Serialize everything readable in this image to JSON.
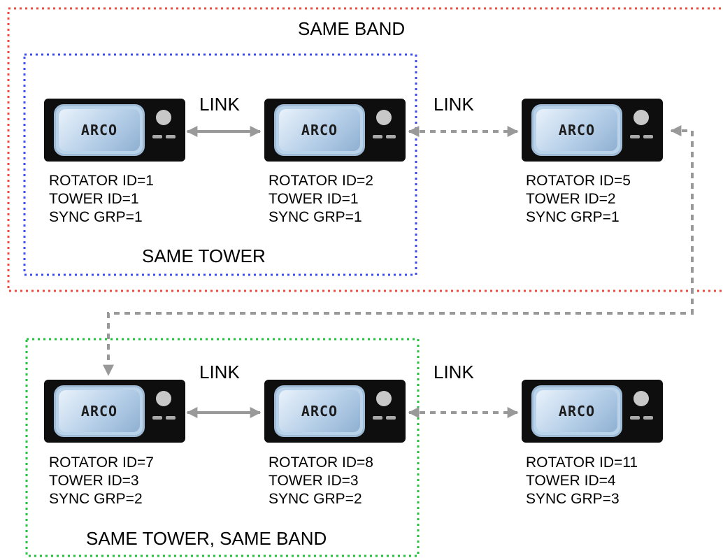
{
  "groups": {
    "same_band": "SAME BAND",
    "same_tower": "SAME TOWER",
    "same_tower_same_band": "SAME TOWER, SAME BAND"
  },
  "link_label": "LINK",
  "device_brand": "ARCO",
  "devices": [
    {
      "rotator": "ROTATOR ID=1",
      "tower": "TOWER ID=1",
      "sync": "SYNC GRP=1"
    },
    {
      "rotator": "ROTATOR ID=2",
      "tower": "TOWER ID=1",
      "sync": "SYNC GRP=1"
    },
    {
      "rotator": "ROTATOR ID=5",
      "tower": "TOWER ID=2",
      "sync": "SYNC GRP=1"
    },
    {
      "rotator": "ROTATOR ID=7",
      "tower": "TOWER ID=3",
      "sync": "SYNC GRP=2"
    },
    {
      "rotator": "ROTATOR ID=8",
      "tower": "TOWER ID=3",
      "sync": "SYNC GRP=2"
    },
    {
      "rotator": "ROTATOR ID=11",
      "tower": "TOWER ID=4",
      "sync": "SYNC GRP=3"
    }
  ],
  "colors": {
    "same_band_border": "#ee4b41",
    "same_tower_border": "#3c4cf0",
    "same_tower_same_band_border": "#1fc23a",
    "connector": "#999999"
  }
}
